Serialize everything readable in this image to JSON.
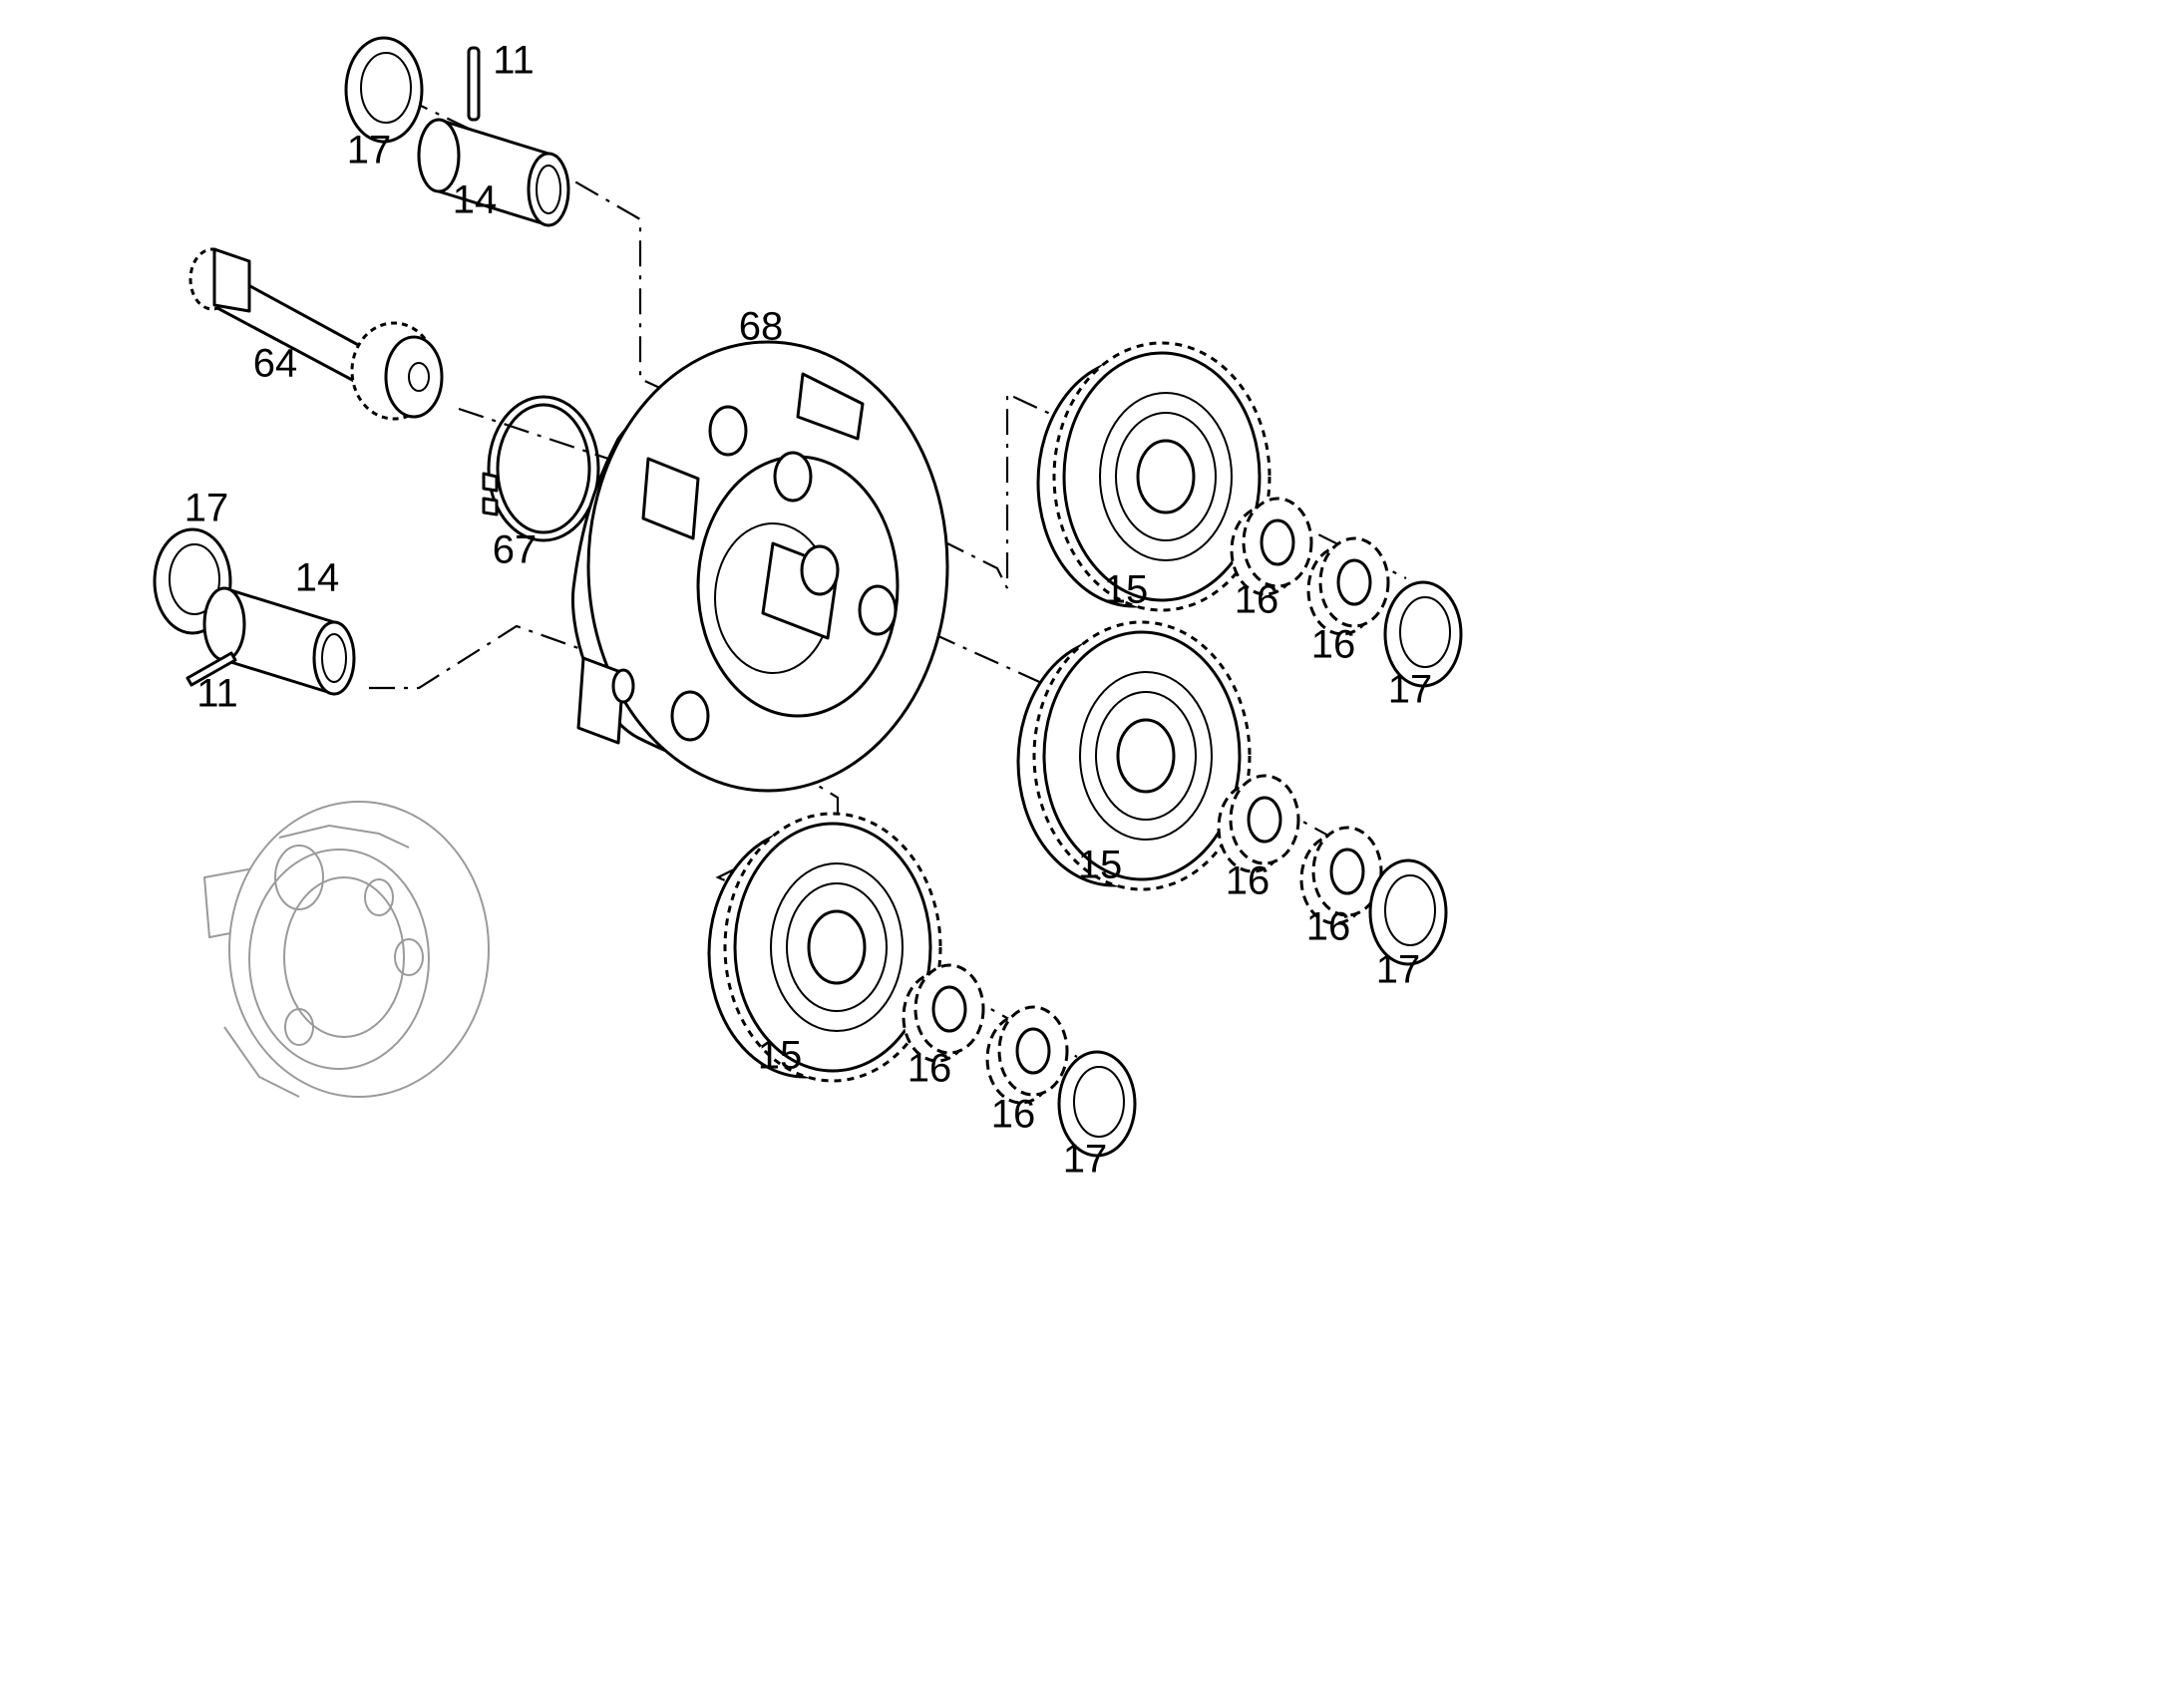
{
  "part_labels": {
    "pin_top": "11",
    "pin_left": "11",
    "thrust_washer_top": "17",
    "thrust_washer_left": "17",
    "thrust_washer_g1": "17",
    "thrust_washer_g2": "17",
    "thrust_washer_g3": "17",
    "planet_shaft_top": "14",
    "planet_shaft_left": "14",
    "planet_gear_1": "15",
    "planet_gear_2": "15",
    "planet_gear_3": "15",
    "needle_bearing_1a": "16",
    "needle_bearing_1b": "16",
    "needle_bearing_2a": "16",
    "needle_bearing_2b": "16",
    "needle_bearing_3a": "16",
    "needle_bearing_3b": "16",
    "sun_shaft": "64",
    "snap_ring": "67",
    "planet_carrier": "68"
  }
}
